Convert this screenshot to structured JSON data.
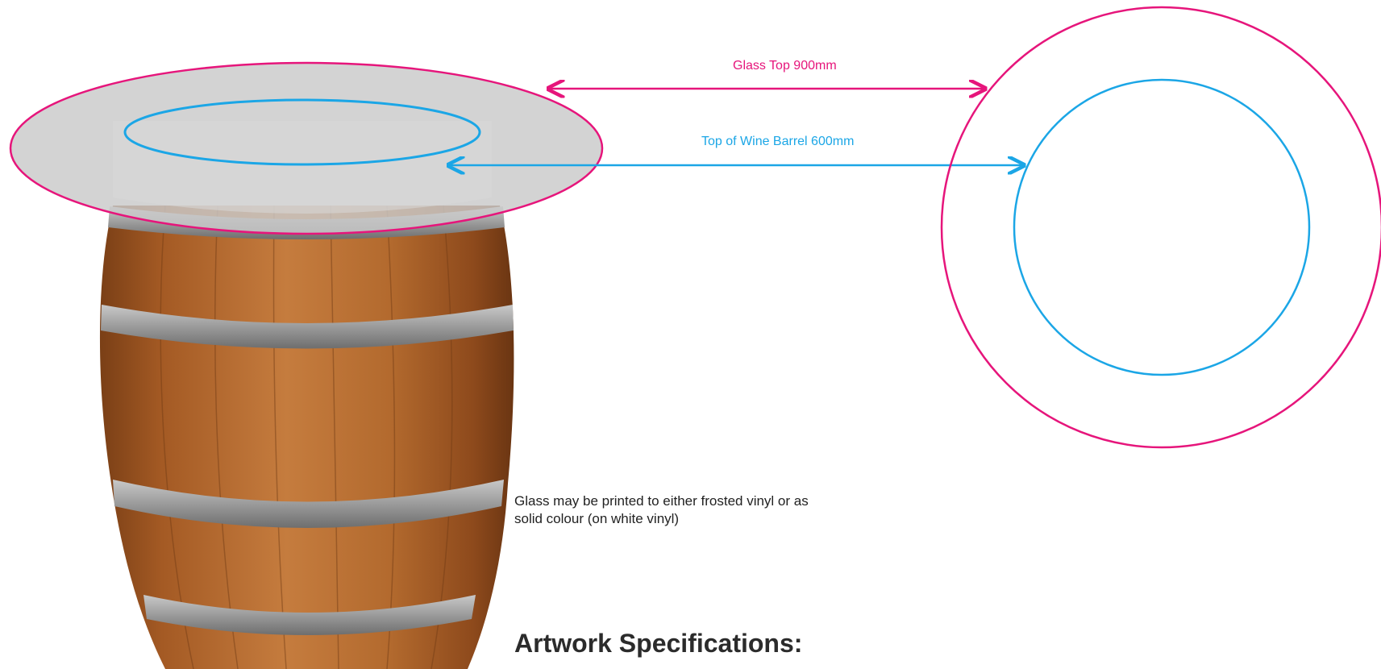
{
  "colors": {
    "glass": "#e6157b",
    "barrel_top": "#1ba6e6",
    "glass_fill": "#c9c9c9",
    "wood": "#b0662c",
    "hoop": "#9a9a9a"
  },
  "dimensions": {
    "glass_top_label": "Glass Top 900mm",
    "barrel_top_label": "Top of Wine Barrel 600mm"
  },
  "note": "Glass may be printed to either frosted vinyl or as solid colour (on white vinyl)",
  "heading": "Artwork Specifications:",
  "icons": [
    "wine-barrel-icon",
    "double-arrow-icon"
  ]
}
